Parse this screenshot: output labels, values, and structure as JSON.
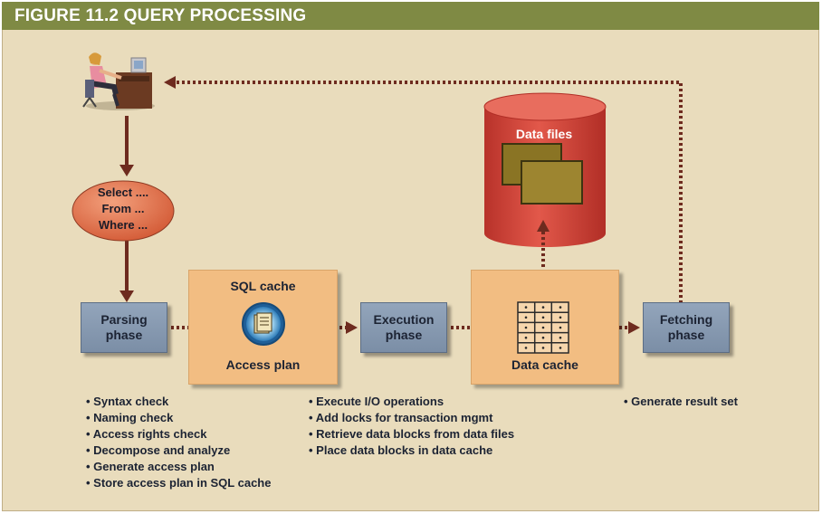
{
  "figure": {
    "title": "FIGURE 11.2  QUERY PROCESSING"
  },
  "query": {
    "line1": "Select ....",
    "line2": "From ...",
    "line3": "Where ..."
  },
  "phases": {
    "parsing": {
      "line1": "Parsing",
      "line2": "phase"
    },
    "execution": {
      "line1": "Execution",
      "line2": "phase"
    },
    "fetching": {
      "line1": "Fetching",
      "line2": "phase"
    }
  },
  "sql_cache": {
    "title": "SQL cache",
    "caption": "Access plan"
  },
  "data_cache": {
    "caption": "Data cache"
  },
  "data_files": {
    "label": "Data files"
  },
  "parsing_steps": [
    "Syntax check",
    "Naming check",
    "Access rights check",
    "Decompose and analyze",
    "Generate access plan",
    "Store access plan in SQL cache"
  ],
  "execution_steps": [
    "Execute I/O operations",
    "Add locks for transaction mgmt",
    "Retrieve data blocks from data files",
    "Place data blocks in data cache"
  ],
  "fetching_steps": [
    "Generate result set"
  ],
  "colors": {
    "header": "#7f8a44",
    "background": "#e9dcbc",
    "phase_box": "#8799b1",
    "cache_box": "#f2bd82",
    "cylinder": "#d8453a",
    "query_ellipse": "#e2734d",
    "arrow": "#6e2b1f"
  },
  "icons": [
    "user-at-computer-icon",
    "document-stack-icon",
    "data-grid-icon"
  ]
}
